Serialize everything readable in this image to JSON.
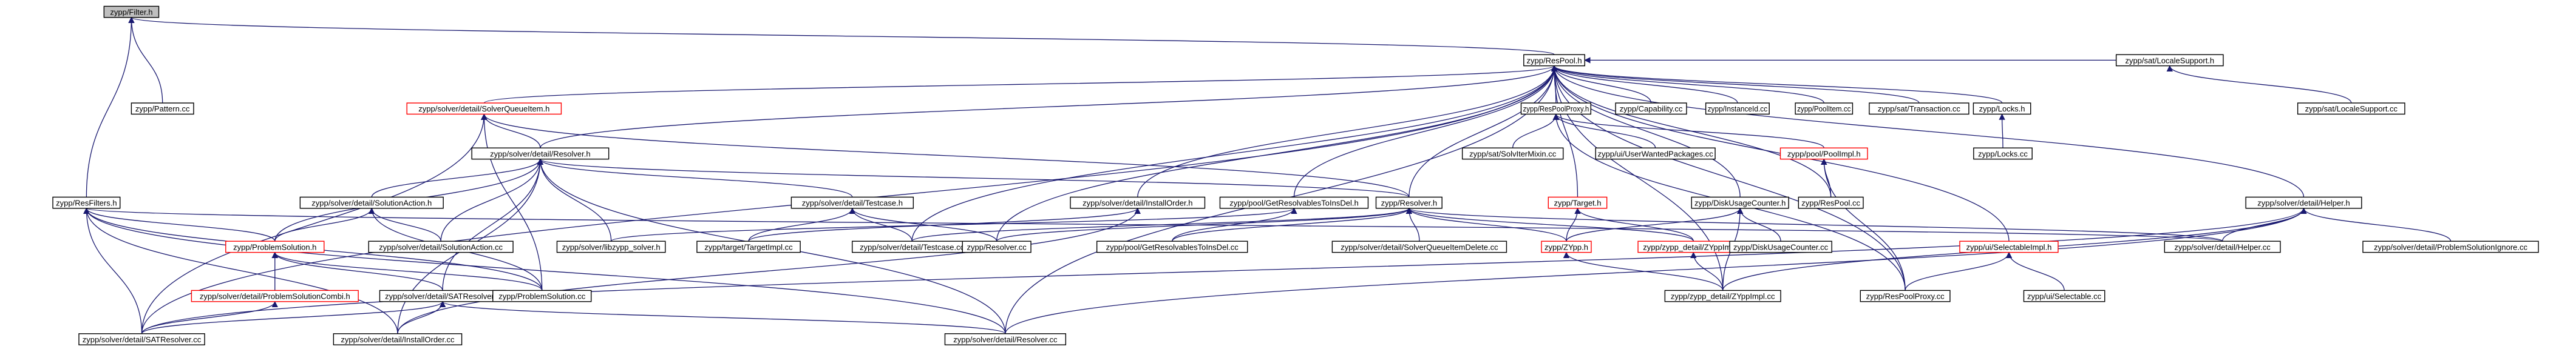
{
  "graph": {
    "root": "n_filter",
    "edge_color": "#191970",
    "node_border_color": "#000000",
    "truncated_border_color": "#ff0000",
    "root_fill_color": "#bfbfbf",
    "nodes": [
      {
        "id": "n_filter",
        "label": "zypp/Filter.h",
        "root": true
      },
      {
        "id": "n_pattern",
        "label": "zypp/Pattern.cc"
      },
      {
        "id": "n_respool",
        "label": "zypp/ResPool.h"
      },
      {
        "id": "n_resfilters",
        "label": "zypp/ResFilters.h"
      },
      {
        "id": "n_localesupport_h",
        "label": "zypp/sat/LocaleSupport.h"
      },
      {
        "id": "n_localesupport_cc",
        "label": "zypp/sat/LocaleSupport.cc"
      },
      {
        "id": "n_solverqueueitem",
        "label": "zypp/solver/detail/SolverQueueItem.h",
        "truncated": true
      },
      {
        "id": "n_respoolproxy",
        "label": "zypp/ResPoolProxy.h"
      },
      {
        "id": "n_capability",
        "label": "zypp/Capability.cc"
      },
      {
        "id": "n_instanceid",
        "label": "zypp/InstanceId.cc"
      },
      {
        "id": "n_poolitem",
        "label": "zypp/PoolItem.cc"
      },
      {
        "id": "n_transaction",
        "label": "zypp/sat/Transaction.cc"
      },
      {
        "id": "n_locks_h",
        "label": "zypp/Locks.h"
      },
      {
        "id": "n_solvermixin",
        "label": "zypp/sat/SolvIterMixin.cc"
      },
      {
        "id": "n_userwanted",
        "label": "zypp/ui/UserWantedPackages.cc"
      },
      {
        "id": "n_poolimpl",
        "label": "zypp/pool/PoolImpl.h",
        "truncated": true
      },
      {
        "id": "n_locks_cc",
        "label": "zypp/Locks.cc"
      },
      {
        "id": "n_resolver_detail",
        "label": "zypp/solver/detail/Resolver.h"
      },
      {
        "id": "n_respool_cc",
        "label": "zypp/ResPool.cc"
      },
      {
        "id": "n_helper_h",
        "label": "zypp/solver/detail/Helper.h"
      },
      {
        "id": "n_solutionaction_h",
        "label": "zypp/solver/detail/SolutionAction.h"
      },
      {
        "id": "n_testcase_h",
        "label": "zypp/solver/detail/Testcase.h"
      },
      {
        "id": "n_installorder_h",
        "label": "zypp/solver/detail/InstallOrder.h"
      },
      {
        "id": "n_getresolvables_h",
        "label": "zypp/pool/GetResolvablesToInsDel.h"
      },
      {
        "id": "n_resolver_h",
        "label": "zypp/Resolver.h"
      },
      {
        "id": "n_target_h",
        "label": "zypp/Target.h",
        "truncated": true
      },
      {
        "id": "n_diskusage_h",
        "label": "zypp/DiskUsageCounter.h"
      },
      {
        "id": "n_problemsolution_h",
        "label": "zypp/ProblemSolution.h",
        "truncated": true
      },
      {
        "id": "n_solutionaction_cc",
        "label": "zypp/solver/detail/SolutionAction.cc"
      },
      {
        "id": "n_libzypp_solver",
        "label": "zypp/solver/libzypp_solver.h"
      },
      {
        "id": "n_targetimpl",
        "label": "zypp/target/TargetImpl.cc"
      },
      {
        "id": "n_testcase_cc",
        "label": "zypp/solver/detail/Testcase.cc"
      },
      {
        "id": "n_resolver_cc",
        "label": "zypp/Resolver.cc"
      },
      {
        "id": "n_getresolvables_cc",
        "label": "zypp/pool/GetResolvablesToInsDel.cc"
      },
      {
        "id": "n_solverqueueitemdelete",
        "label": "zypp/solver/detail/SolverQueueItemDelete.cc"
      },
      {
        "id": "n_zypp_h",
        "label": "zypp/ZYpp.h",
        "truncated": true
      },
      {
        "id": "n_zyppimpl_h",
        "label": "zypp/zypp_detail/ZYppImpl.h",
        "truncated": true
      },
      {
        "id": "n_diskusage_cc",
        "label": "zypp/DiskUsageCounter.cc"
      },
      {
        "id": "n_selectableimpl",
        "label": "zypp/ui/SelectableImpl.h",
        "truncated": true
      },
      {
        "id": "n_helper_cc",
        "label": "zypp/solver/detail/Helper.cc"
      },
      {
        "id": "n_problemsolutionignore",
        "label": "zypp/solver/detail/ProblemSolutionIgnore.cc"
      },
      {
        "id": "n_problemsolutioncombi",
        "label": "zypp/solver/detail/ProblemSolutionCombi.h",
        "truncated": true
      },
      {
        "id": "n_satresolver_h",
        "label": "zypp/solver/detail/SATResolver.h"
      },
      {
        "id": "n_problemsolution_cc",
        "label": "zypp/ProblemSolution.cc"
      },
      {
        "id": "n_zyppimpl_cc",
        "label": "zypp/zypp_detail/ZYppImpl.cc"
      },
      {
        "id": "n_respoolproxy_cc",
        "label": "zypp/ResPoolProxy.cc"
      },
      {
        "id": "n_selectable_cc",
        "label": "zypp/ui/Selectable.cc"
      },
      {
        "id": "n_satresolver_cc",
        "label": "zypp/solver/detail/SATResolver.cc"
      },
      {
        "id": "n_installorder_cc",
        "label": "zypp/solver/detail/InstallOrder.cc"
      },
      {
        "id": "n_resolver_detail_cc",
        "label": "zypp/solver/detail/Resolver.cc"
      }
    ],
    "edges": [
      [
        "n_filter",
        "n_pattern"
      ],
      [
        "n_filter",
        "n_respool"
      ],
      [
        "n_filter",
        "n_resfilters"
      ],
      [
        "n_respool",
        "n_localesupport_h"
      ],
      [
        "n_respool",
        "n_solverqueueitem"
      ],
      [
        "n_respool",
        "n_respoolproxy"
      ],
      [
        "n_respool",
        "n_capability"
      ],
      [
        "n_respool",
        "n_instanceid"
      ],
      [
        "n_respool",
        "n_poolitem"
      ],
      [
        "n_respool",
        "n_transaction"
      ],
      [
        "n_respool",
        "n_locks_h"
      ],
      [
        "n_respool",
        "n_resolver_detail"
      ],
      [
        "n_respool",
        "n_respool_cc"
      ],
      [
        "n_respool",
        "n_helper_h"
      ],
      [
        "n_respool",
        "n_resolver_h"
      ],
      [
        "n_respool",
        "n_target_h"
      ],
      [
        "n_respool",
        "n_diskusage_h"
      ],
      [
        "n_respool",
        "n_installorder_h"
      ],
      [
        "n_respool",
        "n_getresolvables_h"
      ],
      [
        "n_respool",
        "n_testcase_cc"
      ],
      [
        "n_respool",
        "n_selectableimpl"
      ],
      [
        "n_respool",
        "n_respoolproxy_cc"
      ],
      [
        "n_respool",
        "n_resolver_detail_cc"
      ],
      [
        "n_respool",
        "n_satresolver_cc"
      ],
      [
        "n_respool",
        "n_resolver_cc"
      ],
      [
        "n_respool",
        "n_zyppimpl_cc"
      ],
      [
        "n_localesupport_h",
        "n_localesupport_cc"
      ],
      [
        "n_solverqueueitem",
        "n_resolver_detail"
      ],
      [
        "n_solverqueueitem",
        "n_resolver_h"
      ],
      [
        "n_solverqueueitem",
        "n_satresolver_cc"
      ],
      [
        "n_solverqueueitem",
        "n_problemsolution_cc"
      ],
      [
        "n_respoolproxy",
        "n_solvermixin"
      ],
      [
        "n_respoolproxy",
        "n_userwanted"
      ],
      [
        "n_respoolproxy",
        "n_poolimpl"
      ],
      [
        "n_respoolproxy",
        "n_respoolproxy_cc"
      ],
      [
        "n_poolimpl",
        "n_respool_cc"
      ],
      [
        "n_poolimpl",
        "n_respoolproxy_cc"
      ],
      [
        "n_locks_h",
        "n_locks_cc"
      ],
      [
        "n_resolver_detail",
        "n_solutionaction_h"
      ],
      [
        "n_resolver_detail",
        "n_testcase_h"
      ],
      [
        "n_resolver_detail",
        "n_problemsolution_h"
      ],
      [
        "n_resolver_detail",
        "n_solutionaction_cc"
      ],
      [
        "n_resolver_detail",
        "n_libzypp_solver"
      ],
      [
        "n_resolver_detail",
        "n_resolver_h"
      ],
      [
        "n_resolver_detail",
        "n_satresolver_h"
      ],
      [
        "n_resolver_detail",
        "n_resolver_detail_cc"
      ],
      [
        "n_resolver_detail",
        "n_installorder_cc"
      ],
      [
        "n_solutionaction_h",
        "n_problemsolution_h"
      ],
      [
        "n_solutionaction_h",
        "n_solutionaction_cc"
      ],
      [
        "n_solutionaction_h",
        "n_problemsolution_cc"
      ],
      [
        "n_testcase_h",
        "n_targetimpl"
      ],
      [
        "n_testcase_h",
        "n_testcase_cc"
      ],
      [
        "n_testcase_h",
        "n_resolver_cc"
      ],
      [
        "n_installorder_h",
        "n_installorder_cc"
      ],
      [
        "n_installorder_h",
        "n_targetimpl"
      ],
      [
        "n_getresolvables_h",
        "n_getresolvables_cc"
      ],
      [
        "n_getresolvables_h",
        "n_libzypp_solver"
      ],
      [
        "n_resolver_h",
        "n_zypp_h"
      ],
      [
        "n_resolver_h",
        "n_resolver_cc"
      ],
      [
        "n_resolver_h",
        "n_solverqueueitemdelete"
      ],
      [
        "n_resolver_h",
        "n_getresolvables_cc"
      ],
      [
        "n_resolver_h",
        "n_testcase_cc"
      ],
      [
        "n_resolver_h",
        "n_helper_cc"
      ],
      [
        "n_resolver_h",
        "n_zyppimpl_h"
      ],
      [
        "n_target_h",
        "n_zypp_h"
      ],
      [
        "n_target_h",
        "n_zyppimpl_h"
      ],
      [
        "n_diskusage_h",
        "n_zypp_h"
      ],
      [
        "n_diskusage_h",
        "n_diskusage_cc"
      ],
      [
        "n_diskusage_h",
        "n_zyppimpl_cc"
      ],
      [
        "n_zypp_h",
        "n_zyppimpl_cc"
      ],
      [
        "n_zyppimpl_h",
        "n_zyppimpl_cc"
      ],
      [
        "n_selectableimpl",
        "n_respoolproxy_cc"
      ],
      [
        "n_selectableimpl",
        "n_selectable_cc"
      ],
      [
        "n_helper_h",
        "n_helper_cc"
      ],
      [
        "n_helper_h",
        "n_problemsolutionignore"
      ],
      [
        "n_helper_h",
        "n_satresolver_cc"
      ],
      [
        "n_helper_h",
        "n_resolver_detail_cc"
      ],
      [
        "n_helper_h",
        "n_zyppimpl_cc"
      ],
      [
        "n_problemsolution_h",
        "n_problemsolutioncombi"
      ],
      [
        "n_problemsolution_h",
        "n_satresolver_h"
      ],
      [
        "n_problemsolution_h",
        "n_problemsolution_cc"
      ],
      [
        "n_problemsolutioncombi",
        "n_satresolver_cc"
      ],
      [
        "n_satresolver_h",
        "n_satresolver_cc"
      ],
      [
        "n_satresolver_h",
        "n_installorder_cc"
      ],
      [
        "n_satresolver_h",
        "n_resolver_detail_cc"
      ],
      [
        "n_resfilters",
        "n_satresolver_cc"
      ],
      [
        "n_resfilters",
        "n_installorder_cc"
      ],
      [
        "n_resfilters",
        "n_resolver_detail_cc"
      ],
      [
        "n_resfilters",
        "n_problemsolution_cc"
      ],
      [
        "n_resfilters",
        "n_helper_cc"
      ],
      [
        "n_resfilters",
        "n_problemsolution_h"
      ]
    ]
  }
}
